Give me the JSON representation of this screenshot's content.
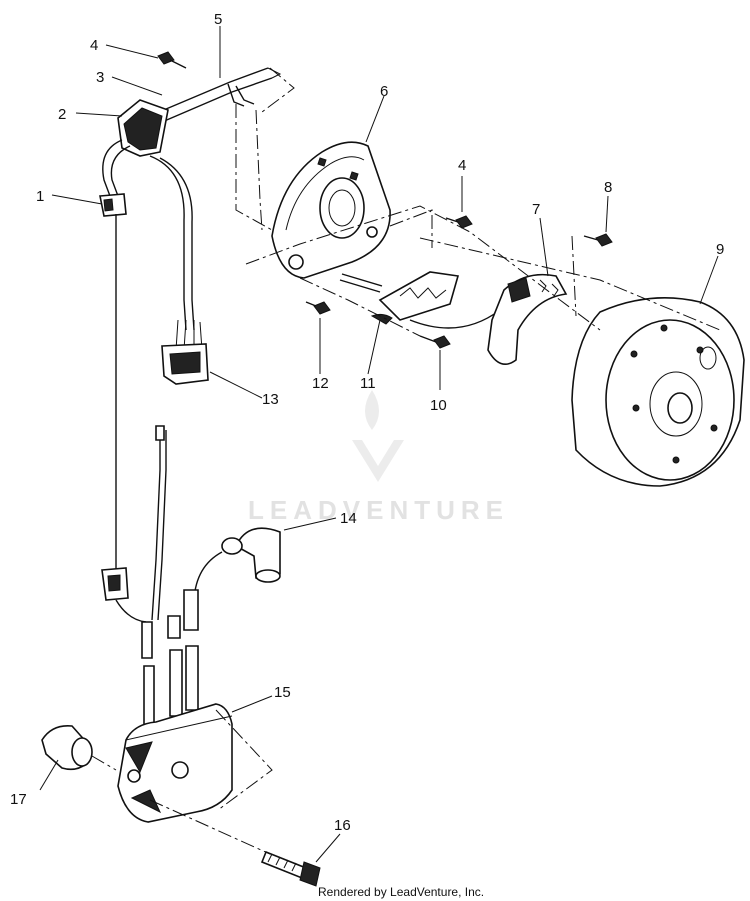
{
  "diagram": {
    "callouts": [
      "1",
      "2",
      "3",
      "4",
      "4",
      "5",
      "6",
      "7",
      "8",
      "9",
      "10",
      "11",
      "12",
      "13",
      "14",
      "15",
      "16",
      "17"
    ],
    "watermark_text": "LEADVENTURE",
    "credit": "Rendered by LeadVenture, Inc."
  }
}
